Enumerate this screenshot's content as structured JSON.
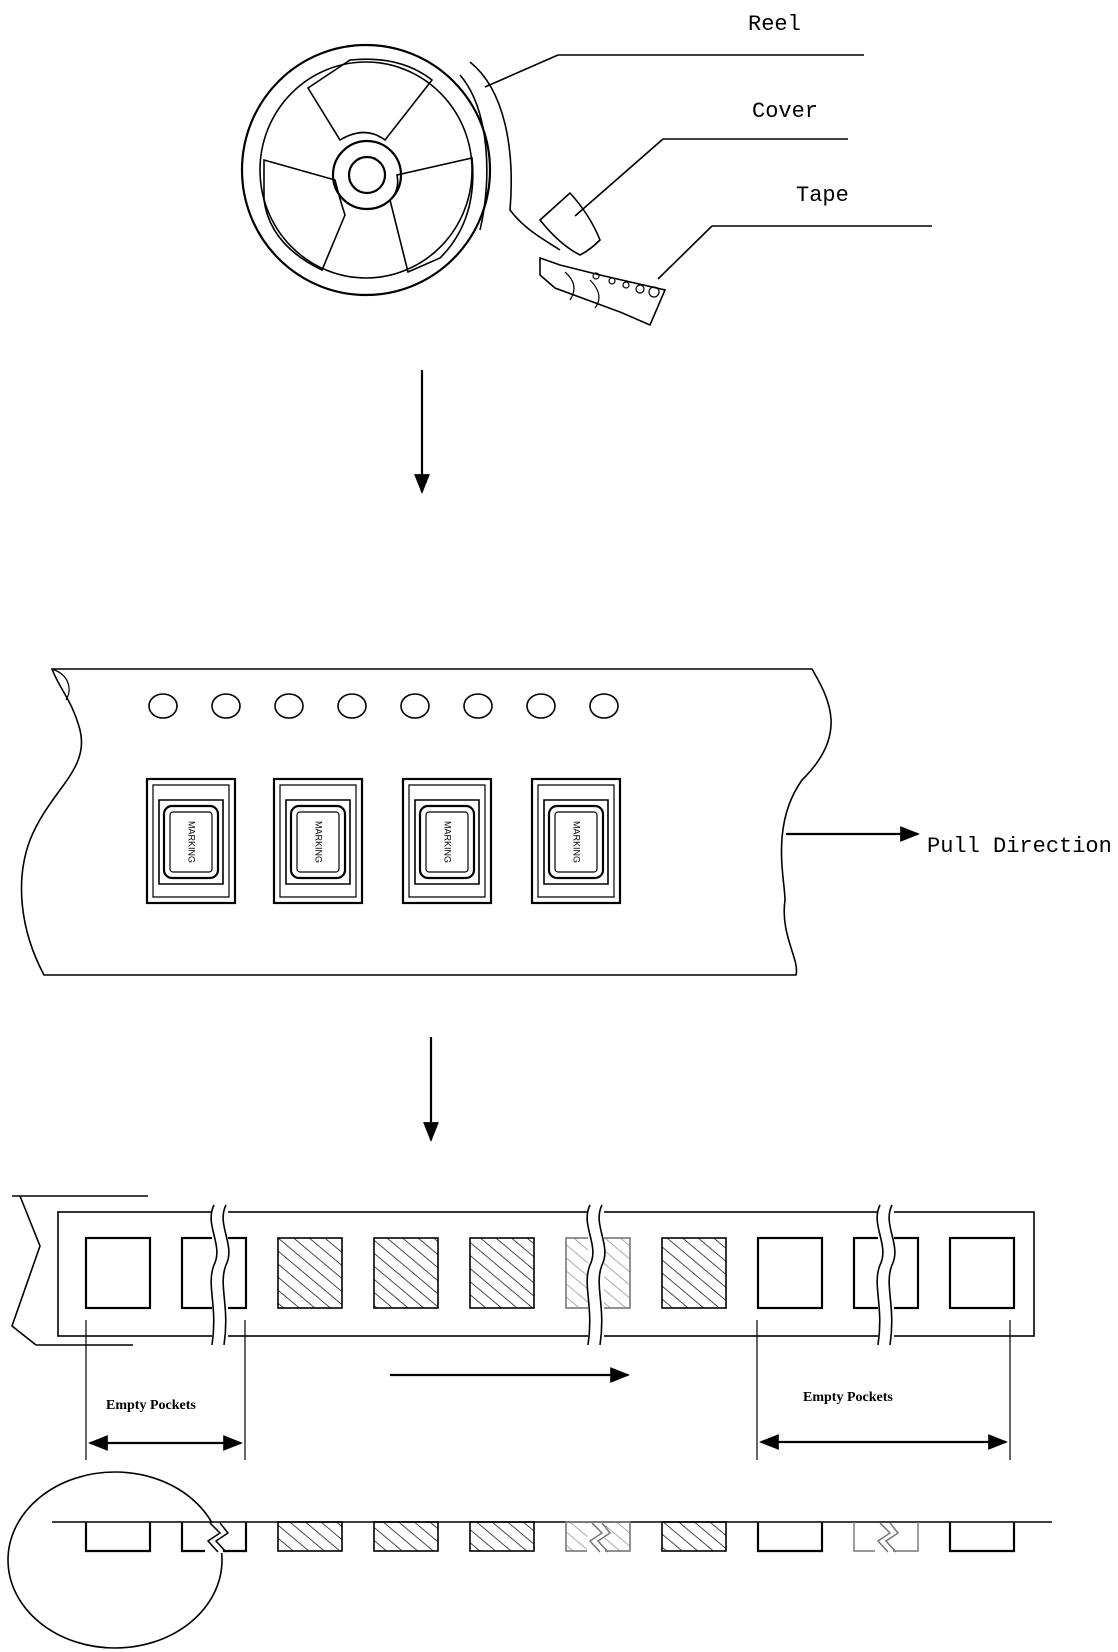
{
  "labels": {
    "reel": "Reel",
    "cover": "Cover",
    "tape": "Tape",
    "pull_direction": "Pull Direction",
    "empty_pockets_left": "Empty Pockets",
    "empty_pockets_right": "Empty Pockets"
  },
  "component_marking": [
    "MARKING",
    "MARKING",
    "MARKING",
    "MARKING"
  ],
  "strip_pockets": [
    "empty",
    "empty",
    "filled",
    "filled",
    "filled",
    "filled",
    "filled",
    "empty",
    "empty",
    "empty"
  ]
}
